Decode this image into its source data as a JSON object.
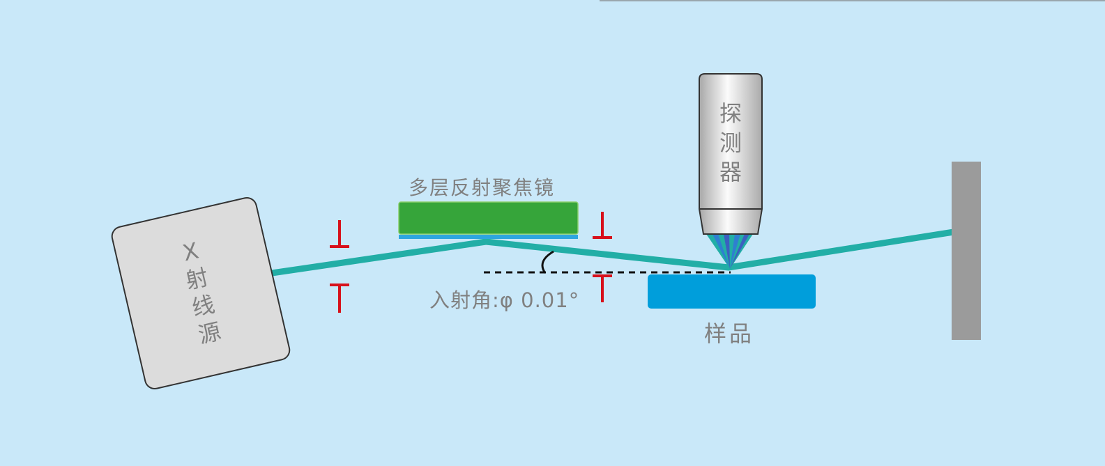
{
  "components": {
    "xray_source": {
      "label_lines": [
        "X",
        "射",
        "线",
        "源"
      ]
    },
    "mirror": {
      "label": "多层反射聚焦镜",
      "color": "#36a53a",
      "coating_color": "#2ea6e0"
    },
    "detector": {
      "label_lines": [
        "探",
        "测",
        "器"
      ]
    },
    "sample": {
      "label": "样品",
      "color": "#009edb"
    },
    "angle": {
      "label": "入射角:φ 0.01°"
    }
  },
  "colors": {
    "background": "#c9e8f9",
    "beam": "#22aea6",
    "marker": "#d7101b",
    "screen": "#9b9b9b",
    "source_body": "#dcdcdc"
  }
}
